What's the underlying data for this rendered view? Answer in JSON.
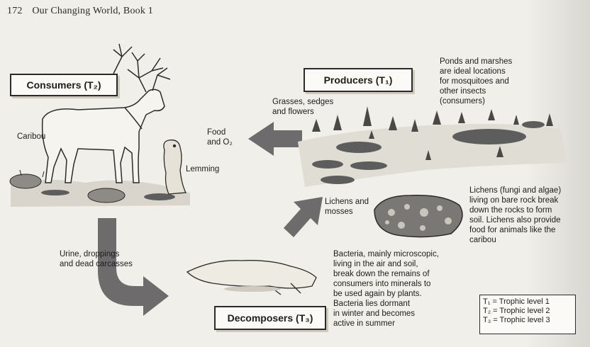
{
  "header": {
    "page_number": "172",
    "book_title": "Our Changing World, Book 1"
  },
  "boxes": {
    "consumers": "Consumers (T₂)",
    "producers": "Producers (T₁)",
    "decomposers": "Decomposers (T₃)"
  },
  "labels": {
    "caribou": "Caribou",
    "lemming": "Lemming",
    "food_o2": "Food\nand O₂",
    "grasses": "Grasses, sedges\nand flowers",
    "ponds": "Ponds and marshes\nare ideal locations\nfor mosquitoes and\nother insects\n(consumers)",
    "lichens_mosses": "Lichens and\nmosses",
    "lichens_para": "Lichens (fungi and algae)\nliving on bare rock break\ndown the rocks to form\nsoil. Lichens also provide\nfood for animals like the\ncaribou",
    "urine": "Urine, droppings\nand dead carcasses",
    "bacteria_para": "Bacteria, mainly microscopic,\nliving in the air and soil,\nbreak down the remains of\nconsumers into minerals to\nbe used again by plants.\nBacteria lies dormant\nin winter and becomes\nactive in summer"
  },
  "legend": [
    "T₁  =  Trophic level 1",
    "T₂  =  Trophic level 2",
    "T₃  =  Trophic level 3"
  ],
  "colors": {
    "arrow": "#6d6b6b",
    "ink": "#2b2b2b",
    "water": "#5e5d5d"
  }
}
